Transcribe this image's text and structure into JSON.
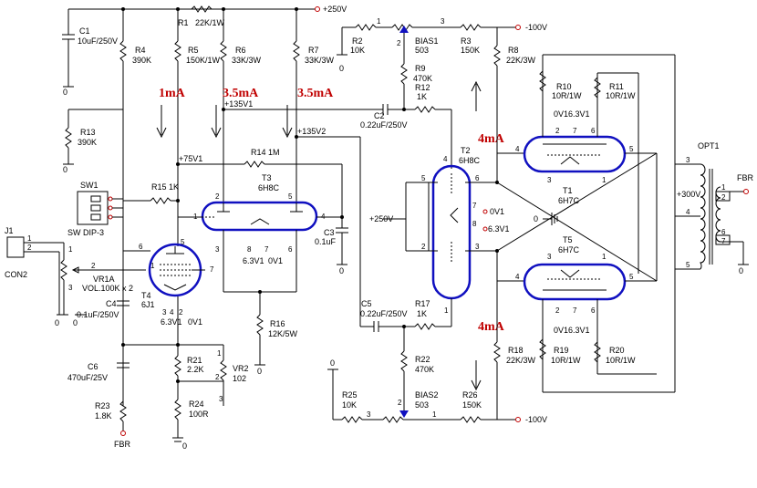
{
  "title": "",
  "supplies": {
    "plus250_top": "+250V",
    "minus100_top": "-100V",
    "minus100_bottom": "-100V",
    "plus250_mid": "+250V",
    "plus300": "+300V",
    "zero_center": "0"
  },
  "currents": {
    "c1": "1mA",
    "c2": "3.5mA",
    "c3": "3.5mA",
    "c4": "4mA",
    "c5": "4mA"
  },
  "nodes": {
    "n135v1": "+135V1",
    "n135v2": "+135V2",
    "n75v1": "+75V1"
  },
  "components": {
    "C1": [
      "C1",
      "10uF/250V"
    ],
    "R1": [
      "R1",
      "22K/1W"
    ],
    "R4": [
      "R4",
      "390K"
    ],
    "R5": [
      "R5",
      "150K/1W"
    ],
    "R6": [
      "R6",
      "33K/3W"
    ],
    "R7": [
      "R7",
      "33K/3W"
    ],
    "R13": [
      "R13",
      "390K"
    ],
    "R14": [
      "R14 1M"
    ],
    "R15": [
      "R15 1K"
    ],
    "T3": [
      "T3",
      "6H8C"
    ],
    "C3": [
      "C3",
      "0.1uF"
    ],
    "SW1": [
      "SW1",
      "SW DIP-3"
    ],
    "J1": [
      "J1",
      "CON2"
    ],
    "VR1A": [
      "VR1A",
      "VOL.100K x 2"
    ],
    "T4": [
      "T4",
      "6J1"
    ],
    "C4": [
      "C4",
      "0.1uF/250V"
    ],
    "R16": [
      "R16",
      "12K/5W"
    ],
    "C6": [
      "C6",
      "470uF/25V"
    ],
    "R21": [
      "R21",
      "2.2K"
    ],
    "VR2": [
      "VR2",
      "102"
    ],
    "R24": [
      "R24",
      "100R"
    ],
    "R23": [
      "R23",
      "1.8K"
    ],
    "R2": [
      "R2",
      "10K"
    ],
    "BIAS1": [
      "BIAS1",
      "503"
    ],
    "R3": [
      "R3",
      "150K"
    ],
    "R9": [
      "R9",
      "470K"
    ],
    "R12": [
      "R12",
      "1K"
    ],
    "C2": [
      "C2",
      "0.22uF/250V"
    ],
    "R8": [
      "R8",
      "22K/3W"
    ],
    "T2": [
      "T2",
      "6H8C"
    ],
    "R10": [
      "R10",
      "10R/1W"
    ],
    "R11": [
      "R11",
      "10R/1W"
    ],
    "T1": [
      "T1",
      "6H7C"
    ],
    "T5": [
      "T5",
      "6H7C"
    ],
    "OPT1": [
      "OPT1"
    ],
    "C5": [
      "C5",
      "0.22uF/250V"
    ],
    "R17": [
      "R17",
      "1K"
    ],
    "R22": [
      "R22",
      "470K"
    ],
    "R25": [
      "R25",
      "10K"
    ],
    "BIAS2": [
      "BIAS2",
      "503"
    ],
    "R26": [
      "R26",
      "150K"
    ],
    "R18": [
      "R18",
      "22K/3W"
    ],
    "R19": [
      "R19",
      "10R/1W"
    ],
    "R20": [
      "R20",
      "10R/1W"
    ]
  },
  "heaters": {
    "t3a": "6.3V1",
    "t3b": "0V1",
    "t4a": "6.3V1",
    "t4b": "0V1",
    "t2a": "0V1",
    "t2b": "6.3V1",
    "t1": "0V16.3V1",
    "t5": "0V16.3V1"
  },
  "labels": {
    "fbr_out": "FBR",
    "fbr_in": "FBR",
    "zero": "0"
  }
}
